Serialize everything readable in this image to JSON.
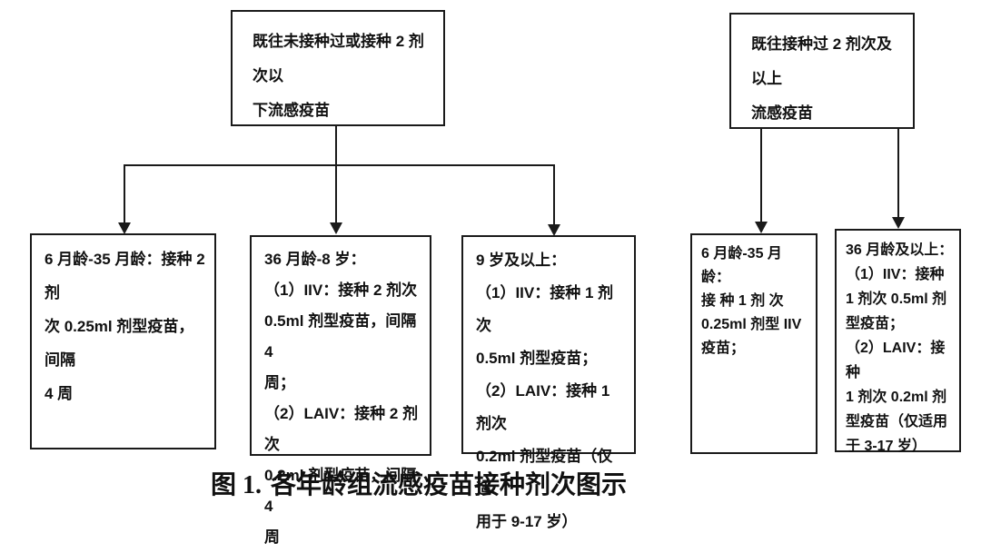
{
  "figure": {
    "caption": {
      "prefix": "图 1.",
      "text": "各年龄组流感疫苗接种剂次图示"
    },
    "colors": {
      "line": "#1a1a1a",
      "border": "#1a1a1a",
      "text": "#111111",
      "background": "#ffffff"
    },
    "nodes": {
      "left_root": "既往未接种过或接种 2 剂次以\n下流感疫苗",
      "right_root": "既往接种过 2 剂次及以上\n流感疫苗",
      "left_child_1": "6 月龄-35 月龄：接种 2 剂\n次 0.25ml 剂型疫苗，间隔\n4 周",
      "left_child_2": "36 月龄-8 岁：\n（1）IIV：接种 2 剂次\n0.5ml 剂型疫苗，间隔 4\n周；\n（2）LAIV：接种 2 剂次\n0.2ml 剂型疫苗，间隔 4\n周",
      "left_child_3": "9 岁及以上：\n（1）IIV：接种 1 剂次\n0.5ml 剂型疫苗；\n（2）LAIV：接种 1 剂次\n0.2ml 剂型疫苗（仅适\n用于 9-17 岁）",
      "right_child_1": "6 月龄-35 月龄：\n接 种 1 剂 次\n0.25ml 剂型 IIV\n疫苗；",
      "right_child_2": "36 月龄及以上：\n（1）IIV：接种\n1 剂次 0.5ml 剂\n型疫苗；\n（2）LAIV：接种\n1 剂次 0.2ml 剂\n型疫苗（仅适用\n于 3-17 岁）"
    }
  }
}
